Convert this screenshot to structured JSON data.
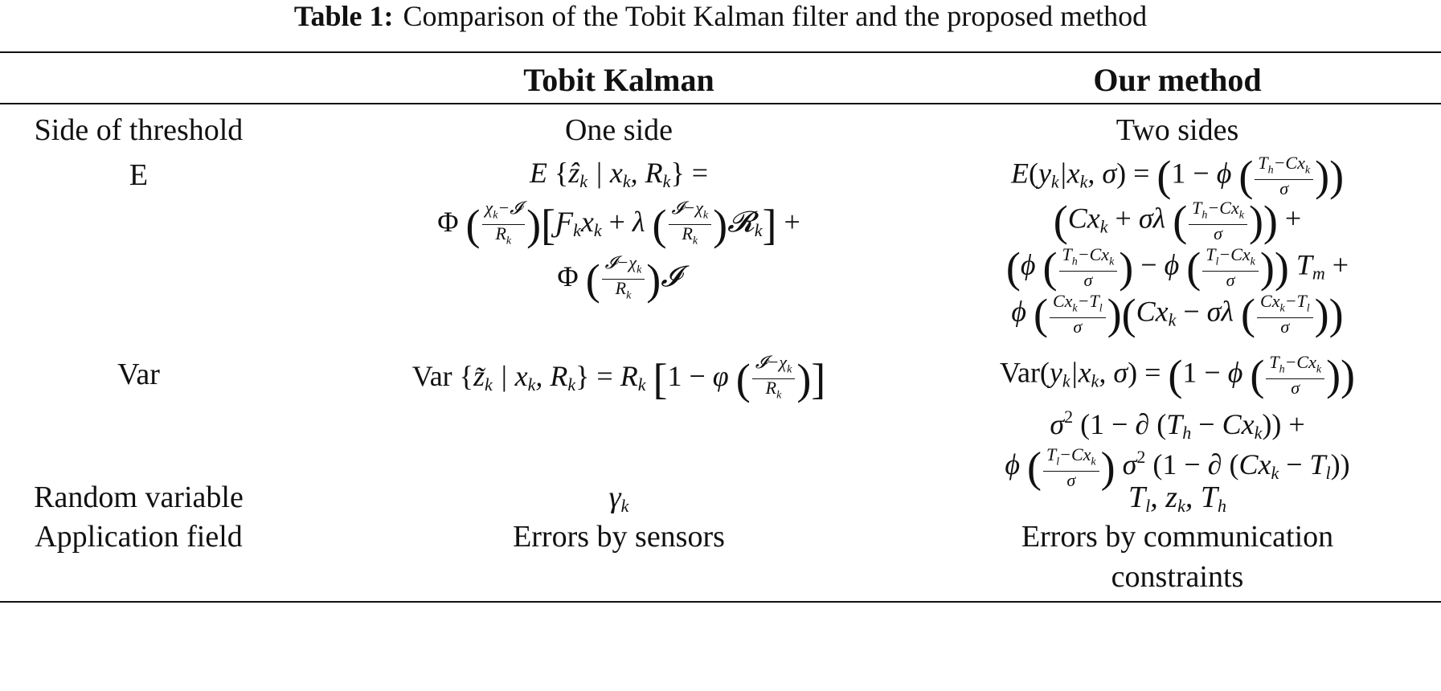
{
  "caption": {
    "label": "Table 1:",
    "text": "Comparison of the Tobit Kalman filter and the proposed method"
  },
  "table": {
    "headers": [
      "",
      "Tobit Kalman",
      "Our method"
    ],
    "rows": [
      {
        "label": "Side of threshold",
        "tobit": "One side",
        "ours": "Two sides"
      },
      {
        "label": "E",
        "tobit_lines": [
          "E {ẑ_k | x_k, R_k} =",
          "Φ ((χ_k − 𝓘)/R_k) [Ƒ_k x_k + λ ((𝓘 − χ_k)/R_k) 𝓡_k] +",
          "Φ ((𝓘 − χ_k)/R_k) 𝓘"
        ],
        "ours_lines": [
          "E(y_k|x_k, σ) = (1 − ϕ ((T_h − Cx_k)/σ))",
          "(Cx_k + σλ ((T_h − Cx_k)/σ)) +",
          "(ϕ ((T_h − Cx_k)/σ) − ϕ ((T_l − Cx_k)/σ)) T_m +",
          "ϕ ((Cx_k − T_l)/σ) (Cx_k − σλ ((Cx_k − T_l)/σ))"
        ]
      },
      {
        "label": "Var",
        "tobit_lines": [
          "Var {z̃_k | x_k, R_k} = R_k [1 − φ ((𝓘 − χ_k)/R_k)]"
        ],
        "ours_lines": [
          "Var(y_k|x_k, σ) = (1 − ϕ ((T_h − Cx_k)/σ))",
          "σ² (1 − ∂ (T_h − Cx_k)) +",
          "ϕ ((T_l − Cx_k)/σ) σ² (1 − ∂ (Cx_k − T_l))"
        ]
      },
      {
        "label": "Random variable",
        "tobit": "γ_k",
        "ours": "T_l, z_k, T_h"
      },
      {
        "label": "Application field",
        "tobit": "Errors by sensors",
        "ours_lines": [
          "Errors by communication",
          "constraints"
        ]
      }
    ]
  }
}
